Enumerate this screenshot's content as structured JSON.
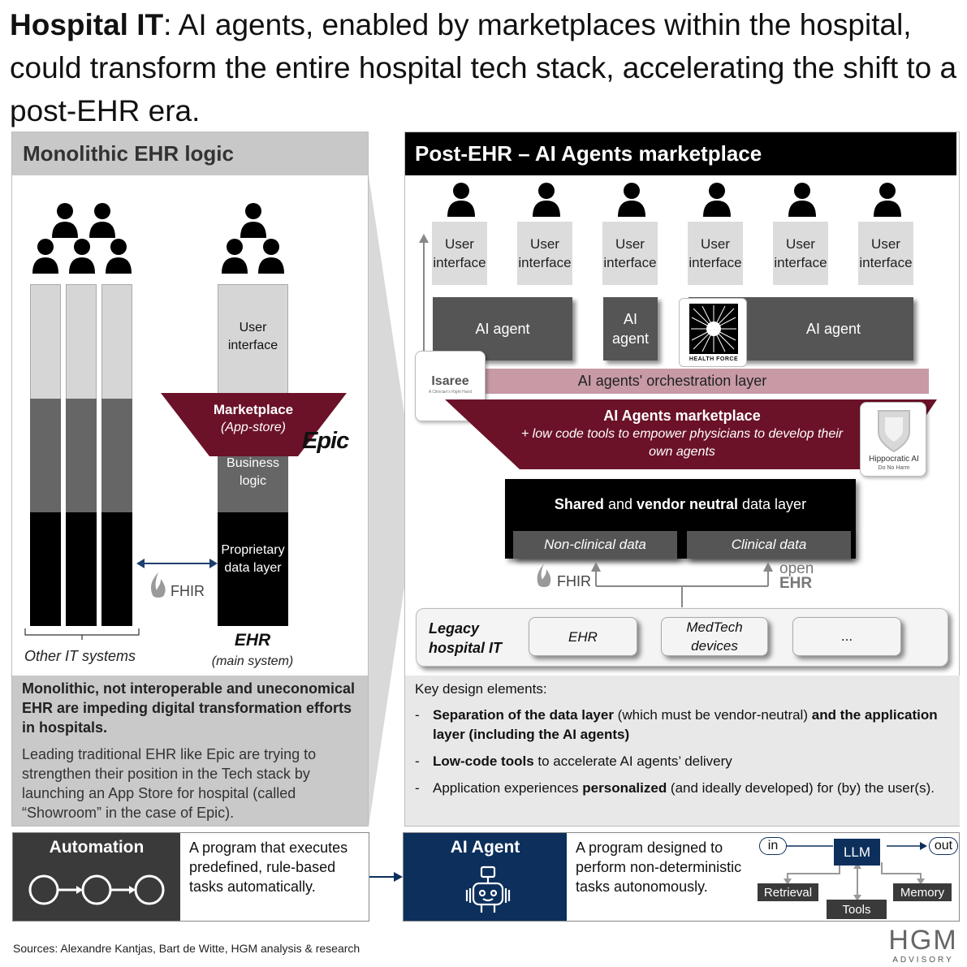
{
  "title": {
    "bold": "Hospital IT",
    "rest": ": AI agents, enabled by marketplaces within the hospital, could transform the entire hospital tech stack, accelerating the shift to a post-EHR era."
  },
  "left": {
    "header": "Monolithic EHR logic",
    "ehr": {
      "ui": "User interface",
      "marketplace_title": "Marketplace",
      "marketplace_sub": "(App-store)",
      "vendor_logo": "Epic",
      "business": "Business logic",
      "proprietary": "Proprietary data layer",
      "label": "EHR",
      "sublabel": "(main system)"
    },
    "fhir": "FHIR",
    "other_systems": "Other IT systems",
    "summary_bold": "Monolithic, not interoperable and uneconomical EHR are impeding digital transformation efforts in hospitals.",
    "summary_text": "Leading traditional EHR like Epic are trying to strengthen their position in the Tech stack by launching an App Store for hospital (called “Showroom” in the case of Epic)."
  },
  "right": {
    "header": "Post-EHR – AI Agents marketplace",
    "ui_label": "User interface",
    "ai_agent_1": "AI agent",
    "ai_agent_2": "AI agent",
    "ai_agent_3": "AI agent",
    "health_force": "HEALTH FORCE",
    "isaree": "Isaree",
    "isaree_tag": "A Clinician's Right Hand",
    "orchestration": "AI agents' orchestration layer",
    "marketplace_title": "AI Agents marketplace",
    "marketplace_sub": "+ low code tools to empower physicians to develop their own agents",
    "hippocratic": "Hippocratic AI",
    "hippocratic_tag": "Do No Harm",
    "data_layer_b1": "Shared",
    "data_layer_m": " and ",
    "data_layer_b2": "vendor neutral",
    "data_layer_e": " data layer",
    "nonclinical": "Non-clinical data",
    "clinical": "Clinical data",
    "fhir": "FHIR",
    "openehr_1": "open",
    "openehr_2": "EHR",
    "legacy": "Legacy hospital IT",
    "legacy_items": [
      "EHR",
      "MedTech devices",
      "..."
    ]
  },
  "key": {
    "heading": "Key design elements:",
    "i1_b1": "Separation of the data layer",
    "i1_m": " (which must be vendor-neutral) ",
    "i1_b2": "and the application layer (including the AI agents)",
    "i2_b": "Low-code tools",
    "i2_t": " to accelerate AI agents’ delivery",
    "i3_t1": "Application experiences ",
    "i3_b": "personalized",
    "i3_t2": " (and ideally developed) for (by) the user(s)."
  },
  "bottom": {
    "automation_title": "Automation",
    "automation_desc": "A program that executes predefined, rule-based tasks automatically.",
    "agent_title": "AI Agent",
    "agent_desc": "A program designed to perform non-deterministic tasks autonomously.",
    "in": "in",
    "out": "out",
    "llm": "LLM",
    "retrieval": "Retrieval",
    "tools": "Tools",
    "memory": "Memory"
  },
  "sources": "Sources: Alexandre Kantjas, Bart de Witte, HGM analysis & research",
  "brand": {
    "name": "HGM",
    "sub": "ADVISORY"
  },
  "colors": {
    "maroon": "#6b1228",
    "navy": "#0d2f5c",
    "orchestration": "#c79aa6",
    "dark_grey": "#555555"
  },
  "icons": [
    "person-icon",
    "arrow-icon",
    "fhir-flame-icon",
    "robot-icon"
  ]
}
